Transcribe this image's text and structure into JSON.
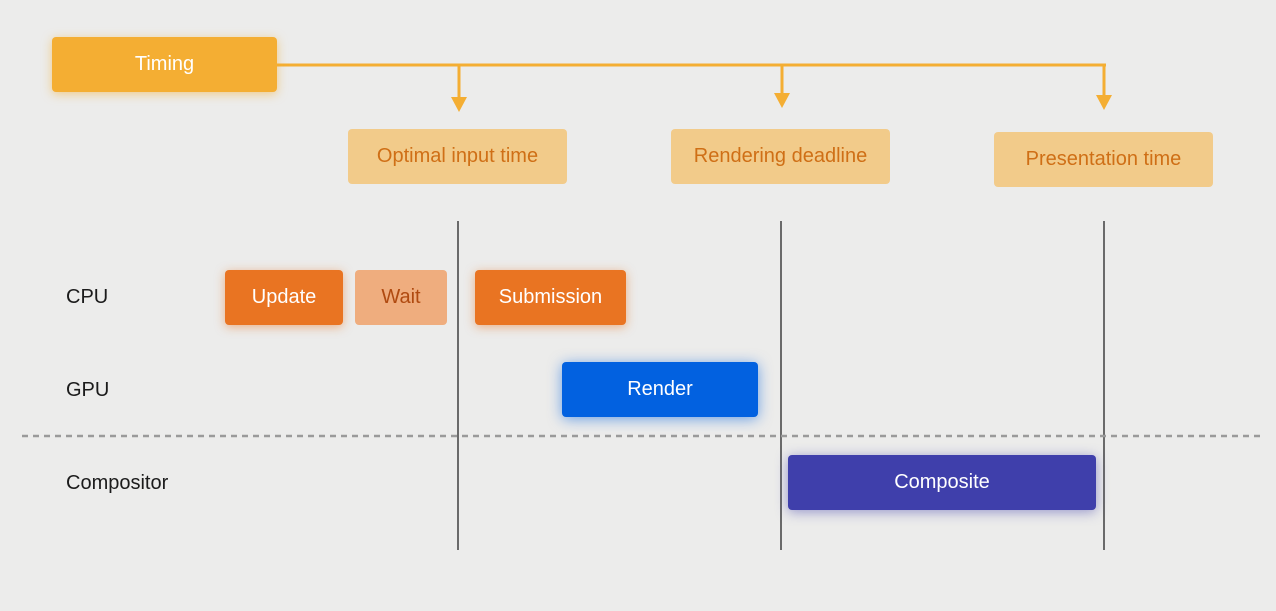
{
  "timing": {
    "label": "Timing"
  },
  "markers": [
    {
      "label": "Optimal input time"
    },
    {
      "label": "Rendering deadline"
    },
    {
      "label": "Presentation time"
    }
  ],
  "rows": {
    "cpu": "CPU",
    "gpu": "GPU",
    "compositor": "Compositor"
  },
  "tasks": {
    "update": "Update",
    "wait": "Wait",
    "submission": "Submission",
    "render": "Render",
    "composite": "Composite"
  },
  "colors": {
    "timing": "#f4ae33",
    "marker": "#f2cb8a",
    "cpu": "#e97422",
    "wait": "#efad7e",
    "gpu": "#0261e0",
    "compositor": "#3f3fab",
    "background": "#ececeb"
  }
}
